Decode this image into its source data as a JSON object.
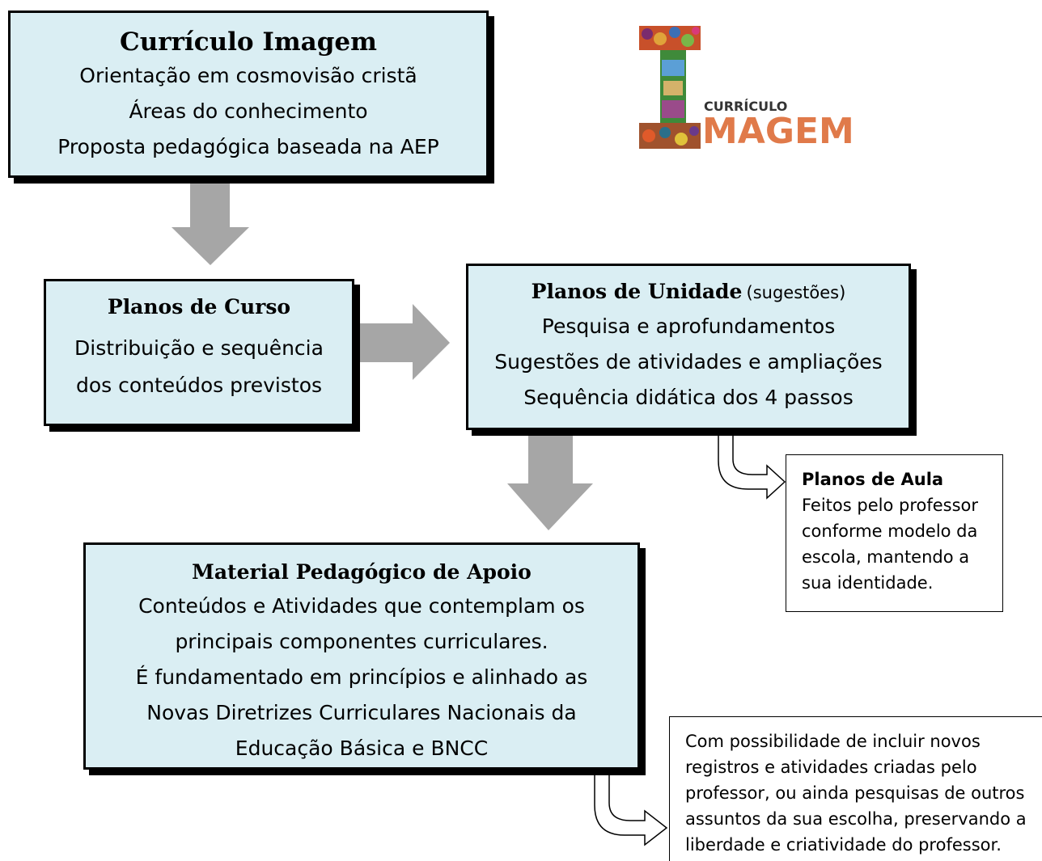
{
  "curriculo": {
    "title": "Currículo Imagem",
    "lines": [
      "Orientação em cosmovisão cristã",
      "Áreas do conhecimento",
      "Proposta pedagógica baseada na AEP"
    ]
  },
  "logo": {
    "small": "CURRÍCULO",
    "big": "MAGEM"
  },
  "cursos": {
    "title": "Planos de Curso",
    "lines": [
      "Distribuição e sequência",
      "dos conteúdos previstos"
    ]
  },
  "unidade": {
    "title": "Planos de Unidade",
    "suffix": "(sugestões)",
    "lines": [
      "Pesquisa e aprofundamentos",
      "Sugestões de atividades e ampliações",
      "Sequência didática dos 4 passos"
    ]
  },
  "aula": {
    "title": "Planos de Aula",
    "lines": [
      "Feitos pelo professor",
      "conforme modelo da",
      "escola, mantendo a",
      "sua identidade."
    ]
  },
  "material": {
    "title": "Material Pedagógico de Apoio",
    "lines": [
      "Conteúdos e Atividades que contemplam os",
      "principais componentes curriculares.",
      "É fundamentado em princípios e alinhado as",
      "Novas Diretrizes Curriculares Nacionais da",
      "Educação Básica e BNCC"
    ]
  },
  "note": {
    "lines": [
      "Com possibilidade de incluir novos",
      "registros e atividades criadas pelo",
      "professor, ou ainda pesquisas de outros",
      "assuntos da sua escolha, preservando a",
      "liberdade e criatividade do professor."
    ]
  },
  "colors": {
    "box_fill": "#daeef3",
    "arrow": "#a6a6a6",
    "logo_text": "#e07a4a"
  }
}
